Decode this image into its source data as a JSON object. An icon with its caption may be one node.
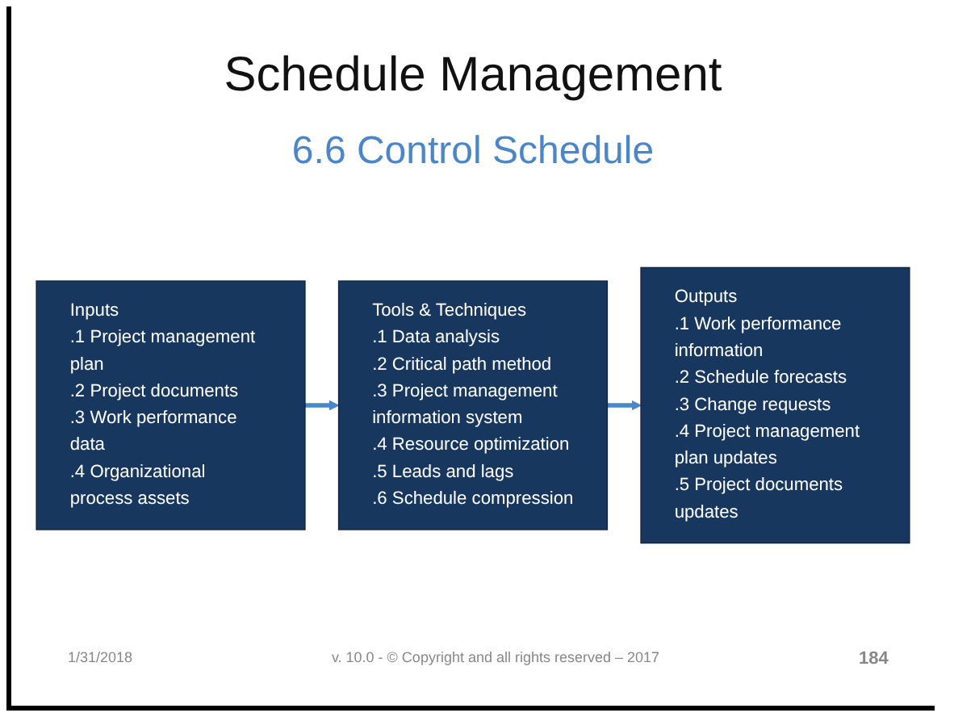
{
  "diagram": {
    "title": "Schedule Management",
    "nodes": [
      {
        "text": [
          "Inputs",
          ".1 Project management plan",
          ".2 Project documents",
          ".3 Work performance data",
          ".4 Organizational process assets"
        ]
      },
      {
        "text": [
          "Tools & Techniques",
          ".1 Data analysis",
          ".2 Critical path method",
          ".3 Project management information system",
          ".4 Resource optimization",
          ".5 Leads and lags",
          ".6 Schedule compression"
        ]
      },
      {
        "text": [
          "Outputs",
          ".1 Work performance information",
          ".2 Schedule forecasts",
          ".3 Change requests",
          ".4 Project management plan updates",
          ".5 Project documents updates"
        ]
      }
    ],
    "edges": [
      {
        "from": 0,
        "to": 1,
        "arrow": "to"
      },
      {
        "from": 1,
        "to": 2,
        "arrow": "to"
      }
    ],
    "labels": [
      "6.6 Control Schedule",
      "1/31/2018",
      "v. 10.0 - © Copyright and all rights reserved – 2017",
      "184"
    ]
  }
}
